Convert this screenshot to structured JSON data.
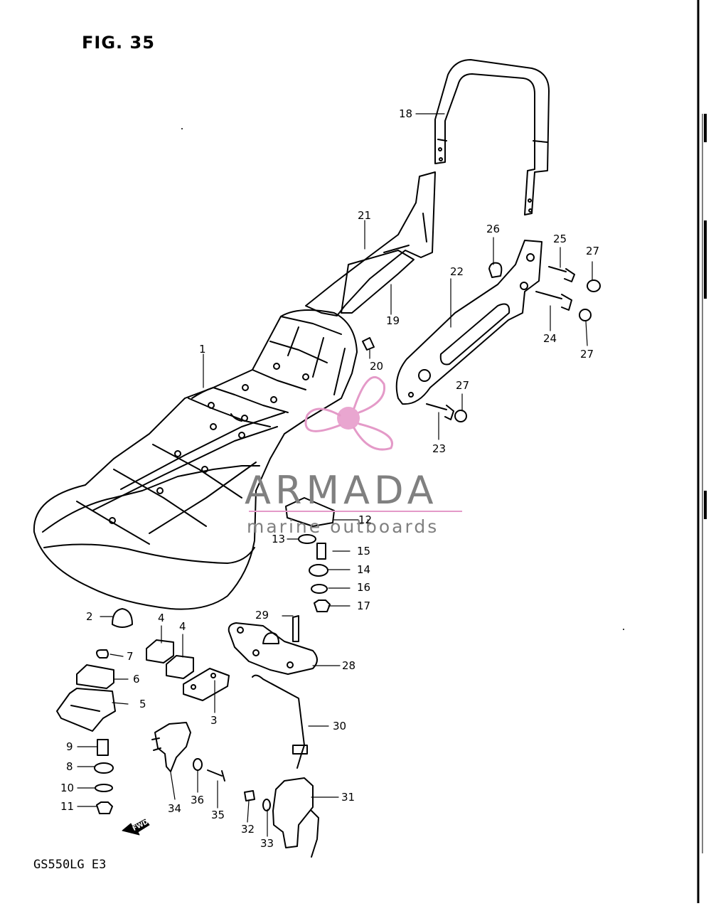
{
  "figure": {
    "title": "FIG. 35",
    "model": "GS550LG E3"
  },
  "watermark": {
    "brand": "ARMADA",
    "tagline": "marine outboards",
    "brand_color": "#808080",
    "accent_color": "#e49ac8"
  },
  "fwd_label": "FWD",
  "callouts": {
    "c1": "1",
    "c2": "2",
    "c3": "3",
    "c4a": "4",
    "c4b": "4",
    "c5": "5",
    "c6": "6",
    "c7": "7",
    "c8": "8",
    "c9": "9",
    "c10": "10",
    "c11": "11",
    "c12": "12",
    "c13": "13",
    "c14": "14",
    "c15": "15",
    "c16": "16",
    "c17": "17",
    "c18": "18",
    "c19": "19",
    "c20": "20",
    "c21": "21",
    "c22": "22",
    "c23": "23",
    "c24": "24",
    "c25": "25",
    "c26": "26",
    "c27a": "27",
    "c27b": "27",
    "c27c": "27",
    "c28": "28",
    "c29": "29",
    "c30": "30",
    "c31": "31",
    "c32": "32",
    "c33": "33",
    "c34": "34",
    "c35": "35",
    "c36": "36"
  }
}
